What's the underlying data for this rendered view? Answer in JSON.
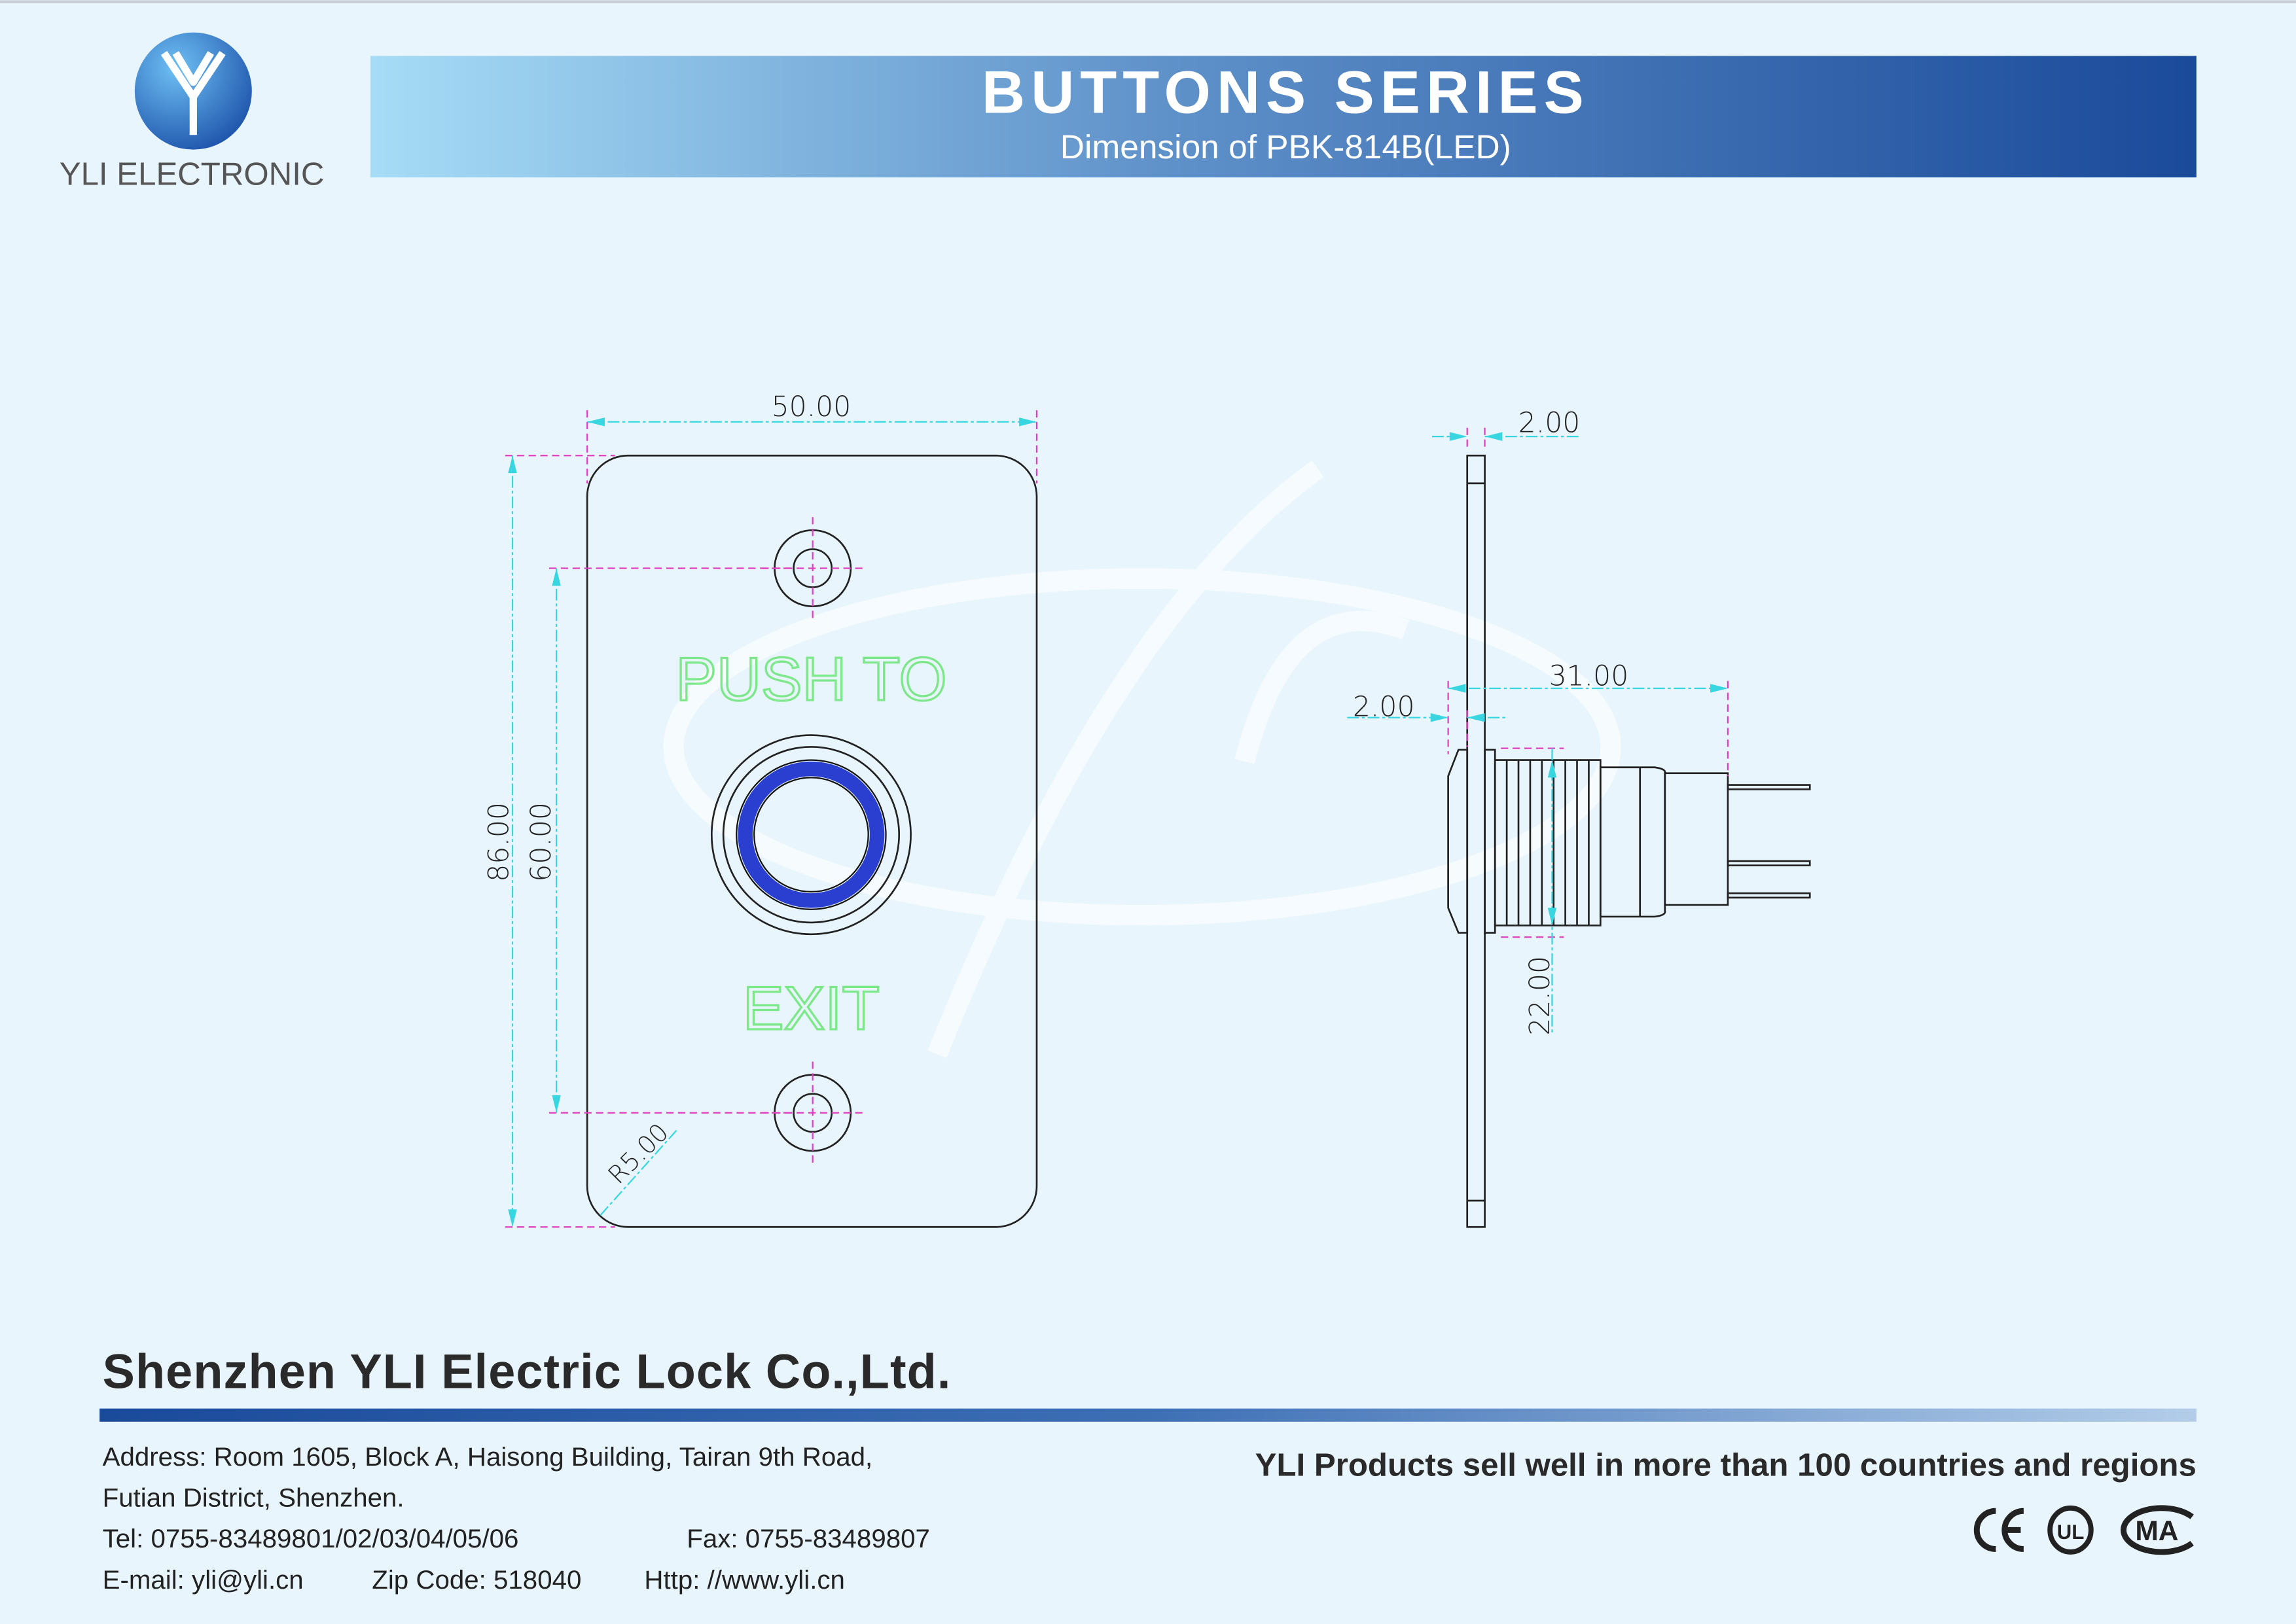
{
  "brand": {
    "name": "YLI ELECTRONIC",
    "logo_colors": [
      "#5fb0ee",
      "#1a4fa8"
    ]
  },
  "header": {
    "title": "BUTTONS SERIES",
    "subtitle": "Dimension of  PBK-814B(LED)",
    "gradient": [
      "#a6dcf6",
      "#1a4a9a"
    ]
  },
  "front_view": {
    "dimensions": {
      "width": "50.00",
      "height": "86.00",
      "hole_spacing": "60.00",
      "corner_radius": "R5.00"
    },
    "engraving": {
      "top": "PUSH TO",
      "bottom": "EXIT",
      "color": "#7de88a"
    },
    "led_ring_color": "#2a3fd0"
  },
  "side_view": {
    "dimensions": {
      "plate_thickness": "2.00",
      "depth": "31.00",
      "bezel": "2.00",
      "thread_diameter": "22.00"
    }
  },
  "footer": {
    "company": "Shenzhen YLI Electric Lock Co.,Ltd.",
    "address_line1": "Address: Room 1605, Block A, Haisong Building, Tairan 9th Road,",
    "address_line2": "Futian District, Shenzhen.",
    "tel": "Tel: 0755-83489801/02/03/04/05/06",
    "fax": "Fax: 0755-83489807",
    "email": "E-mail: yli@yli.cn",
    "zip": "Zip Code: 518040",
    "web": "Http: //www.yli.cn",
    "slogan": "YLI Products sell well in more than 100 countries and regions",
    "certifications": [
      {
        "label": "CE",
        "icon": "ce-mark-icon"
      },
      {
        "label": "UL",
        "icon": "ul-mark-icon"
      },
      {
        "label": "MA",
        "icon": "cma-mark-icon"
      }
    ]
  }
}
